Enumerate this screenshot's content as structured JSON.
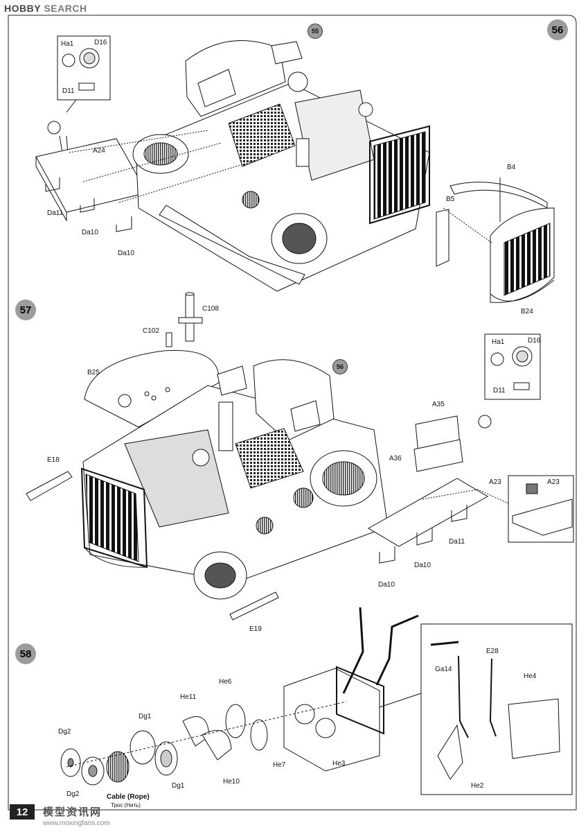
{
  "watermark": {
    "brand": "HOBBY",
    "search": "SEARCH",
    "bottom_cn": "模型资讯网",
    "bottom_url": "www.moxingfans.com"
  },
  "page_number": "12",
  "steps": {
    "s55": "55",
    "s56": "56",
    "s57": "57",
    "s58": "58"
  },
  "labels": {
    "ha1_top": "Ha1",
    "d16_top": "D16",
    "d11_top": "D11",
    "a24": "A24",
    "da11_top": "Da11",
    "da10_top_a": "Da10",
    "da10_top_b": "Da10",
    "b4": "B4",
    "b5": "B5",
    "b24": "B24",
    "c108": "C108",
    "c102": "C102",
    "b25": "B25",
    "ha1_mid": "Ha1",
    "d16_mid": "D16",
    "d11_mid": "D11",
    "a35": "A35",
    "a36": "A36",
    "a23": "A23",
    "a23_inset": "A23",
    "e18": "E18",
    "da11_mid": "Da11",
    "da10_mid_a": "Da10",
    "da10_mid_b": "Da10",
    "e19": "E19",
    "dg2_a": "Dg2",
    "dg2_b": "Dg2",
    "dg1_a": "Dg1",
    "dg1_b": "Dg1",
    "cable": "Cable (Rope)",
    "cable_ru": "Трос (Нить)",
    "he11": "He11",
    "he6": "He6",
    "he10": "He10",
    "he7": "He7",
    "he3": "He3",
    "ga14": "Ga14",
    "e28": "E28",
    "he4": "He4",
    "he2": "He2"
  }
}
